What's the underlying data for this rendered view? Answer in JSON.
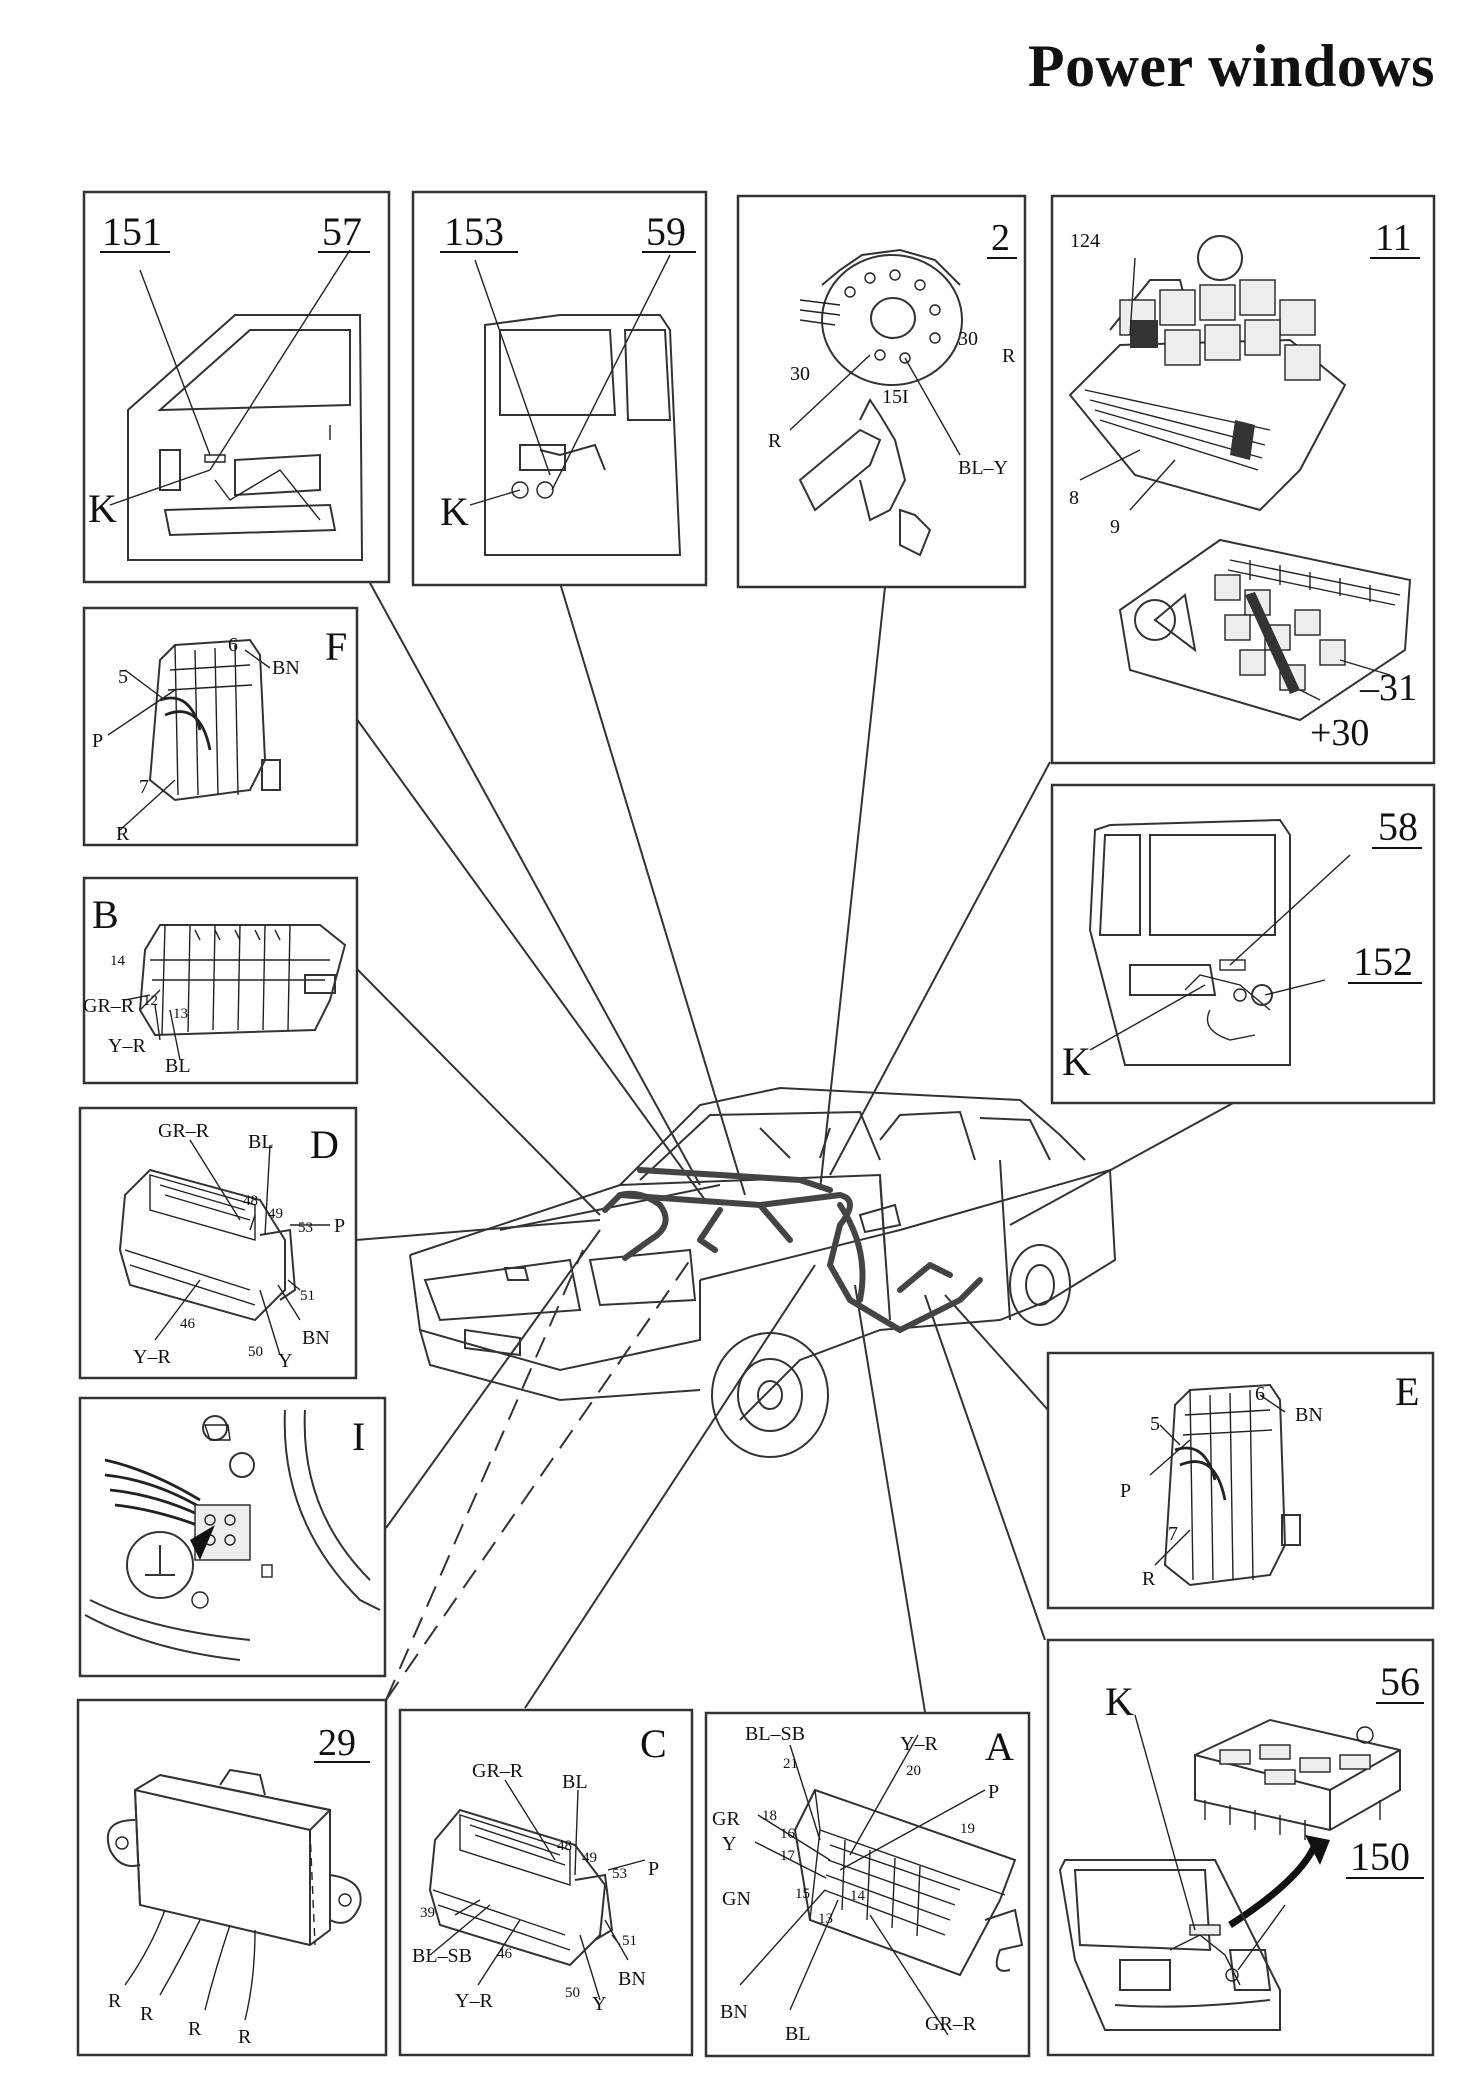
{
  "title": "Power windows",
  "panels": {
    "p151": {
      "num_a": "151",
      "num_b": "57",
      "k": "K"
    },
    "p153": {
      "num_a": "153",
      "num_b": "59",
      "k": "K"
    },
    "p2": {
      "num": "2",
      "t30a": "30",
      "t30b": "30",
      "r1": "R",
      "r2": "R",
      "t15": "15I",
      "bly": "BL–Y"
    },
    "p11": {
      "num": "11",
      "n124": "124",
      "n8": "8",
      "n9": "9",
      "m31": "–31",
      "p30": "+30"
    },
    "pF": {
      "letter": "F",
      "n5": "5",
      "n6": "6",
      "bn": "BN",
      "p": "P",
      "n7": "7",
      "r": "R"
    },
    "p58": {
      "num_a": "58",
      "num_b": "152",
      "k": "K"
    },
    "pB": {
      "letter": "B",
      "n14": "14",
      "grr": "GR–R",
      "n12": "12",
      "n13": "13",
      "yr": "Y–R",
      "bl": "BL"
    },
    "pD": {
      "letter": "D",
      "grr": "GR–R",
      "bl": "BL",
      "n48": "48",
      "n49": "49",
      "n53": "53",
      "p": "P",
      "n51": "51",
      "bn": "BN",
      "n46": "46",
      "yr": "Y–R",
      "n50": "50",
      "y": "Y"
    },
    "pE": {
      "letter": "E",
      "n5": "5",
      "n6": "6",
      "bn": "BN",
      "p": "P",
      "n7": "7",
      "r": "R"
    },
    "pI": {
      "letter": "I"
    },
    "p29": {
      "num": "29",
      "r1": "R",
      "r2": "R",
      "r3": "R",
      "r4": "R"
    },
    "pC": {
      "letter": "C",
      "grr": "GR–R",
      "bl": "BL",
      "n48": "48",
      "n49": "49",
      "n53": "53",
      "p": "P",
      "n39": "39",
      "blsb": "BL–SB",
      "n46": "46",
      "n51": "51",
      "bn": "BN",
      "yr": "Y–R",
      "n50": "50",
      "y": "Y"
    },
    "pA": {
      "letter": "A",
      "blsb": "BL–SB",
      "n21": "21",
      "yr": "Y–R",
      "n20": "20",
      "p": "P",
      "gr": "GR",
      "n18": "18",
      "n16": "16",
      "n19": "19",
      "y": "Y",
      "n17": "17",
      "gn": "GN",
      "n15": "15",
      "n14": "14",
      "n13": "13",
      "bn": "BN",
      "bl": "BL",
      "grr": "GR–R"
    },
    "p56": {
      "num_a": "56",
      "num_b": "150",
      "k": "K"
    }
  }
}
